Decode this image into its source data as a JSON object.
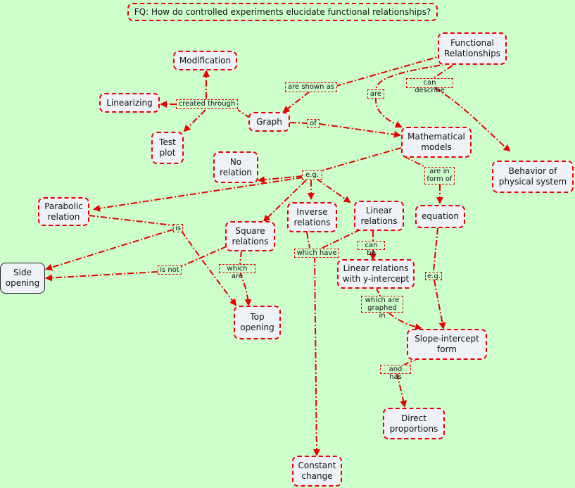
{
  "title": "FQ: How do controlled experiments elucidate functional relationships?",
  "nodes": {
    "functional_relationships": "Functional\nRelationships",
    "modification": "Modification",
    "linearizing": "Linearizing",
    "test_plot": "Test\nplot",
    "graph": "Graph",
    "mathematical_models": "Mathematical\nmodels",
    "behavior": "Behavior of\nphysical system",
    "no_relation": "No\nrelation",
    "parabolic": "Parabolic\nrelation",
    "square": "Square\nrelations",
    "inverse": "Inverse\nrelations",
    "linear": "Linear\nrelations",
    "equation": "equation",
    "side_opening": "Side\nopening",
    "linear_y_intercept": "Linear relations\nwith y-intercept",
    "top_opening": "Top\nopening",
    "slope_intercept": "Slope-intercept\nform",
    "direct_proportions": "Direct\nproportions",
    "constant_change": "Constant\nchange"
  },
  "links": {
    "are_shown_as": "are shown as",
    "can_describe": "can describe",
    "are": "are",
    "created_through": "created through",
    "of": "of",
    "are_in_form_of": "are in\nform of",
    "eg_1": "e.g.",
    "is": "is",
    "is_not": "is not",
    "which_are": "which are",
    "which_have": "which have",
    "can_be": "can be",
    "eg_2": "e.g.",
    "which_are_graphed_in": "which are\ngraphed in",
    "and_has": "and has"
  }
}
